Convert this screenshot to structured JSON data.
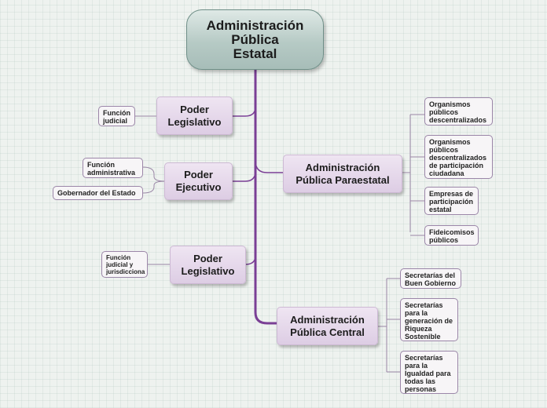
{
  "root": {
    "line1": "Administración",
    "line2": "Pública",
    "line3": "Estatal"
  },
  "left_branches": [
    {
      "line1": "Poder",
      "line2": "Legislativo",
      "children": [
        {
          "line1": "Función",
          "line2": "judicial"
        }
      ]
    },
    {
      "line1": "Poder",
      "line2": "Ejecutivo",
      "children": [
        {
          "line1": "Función",
          "line2": "administrativa"
        },
        {
          "line1": "Gobernador del Estado"
        }
      ]
    },
    {
      "line1": "Poder",
      "line2": "Legislativo",
      "children": [
        {
          "line1": "Función",
          "line2": "judicial y",
          "line3": "jurisdicciona"
        }
      ]
    }
  ],
  "right_branches": [
    {
      "line1": "Administración",
      "line2": "Pública Paraestatal",
      "children": [
        {
          "lines": [
            "Organismos",
            "públicos",
            "descentralizados"
          ]
        },
        {
          "lines": [
            "Organismos",
            "públicos",
            "descentralizados",
            "de participación",
            "ciudadana"
          ]
        },
        {
          "lines": [
            "Empresas de",
            "participación",
            "estatal"
          ]
        },
        {
          "lines": [
            "Fideicomisos",
            "públicos"
          ]
        }
      ]
    },
    {
      "line1": "Administración",
      "line2": "Pública Central",
      "children": [
        {
          "lines": [
            "Secretarías del",
            "Buen Gobierno"
          ]
        },
        {
          "lines": [
            "Secretarías",
            "para la",
            "generación de",
            "Riqueza",
            "Sostenible"
          ]
        },
        {
          "lines": [
            "Secretarías",
            "para la",
            "Igualdad para",
            "todas las",
            "personas"
          ]
        }
      ]
    }
  ],
  "colors": {
    "trunk": "#7a3f95",
    "branch": "#7a3f95",
    "leaf_line": "#9a86a6"
  }
}
